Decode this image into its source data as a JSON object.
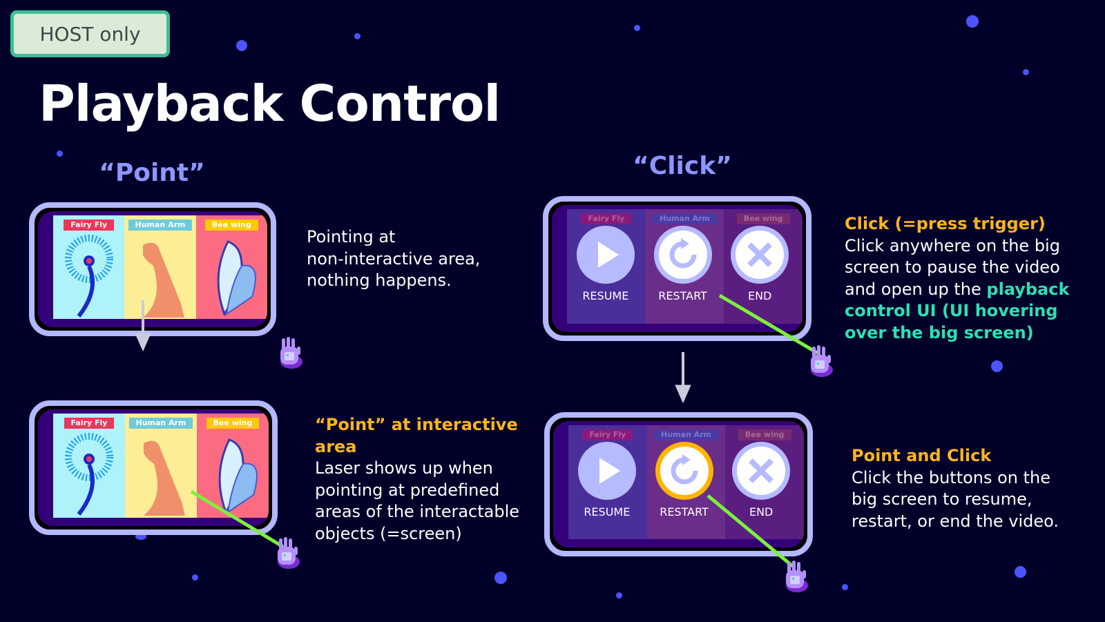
{
  "badge": "HOST only",
  "title": "Playback Control",
  "headings": {
    "point": "“Point”",
    "click": "“Click”"
  },
  "panel_tags": [
    "Fairy Fly",
    "Human Arm",
    "Bee wing"
  ],
  "buttons": [
    "RESUME",
    "RESTART",
    "END"
  ],
  "text1": {
    "lines": [
      "Pointing at",
      "non-interactive area,",
      "nothing happens."
    ]
  },
  "text2": {
    "heading_lines": [
      "“Point” at interactive",
      "area"
    ],
    "lines": [
      "Laser shows up when",
      "pointing at predefined",
      "areas of the interactable",
      "objects (=screen)"
    ]
  },
  "text3": {
    "heading": "Click (=press trigger)",
    "lines": [
      "Click anywhere on the big",
      "screen to pause the video"
    ],
    "mixed_pre": "and open up the ",
    "highlight_lines": [
      "playback",
      "control UI (UI hovering",
      "over the big screen)"
    ]
  },
  "text4": {
    "heading": "Point and Click",
    "lines": [
      "Click the buttons on the",
      "big screen to resume,",
      "restart, or end the video."
    ]
  },
  "colors": {
    "background": "#000029",
    "accent_orange": "#ffb41e",
    "accent_teal": "#2ee0b4",
    "frame": "#b4b8ff",
    "laser": "#7cf03c"
  }
}
